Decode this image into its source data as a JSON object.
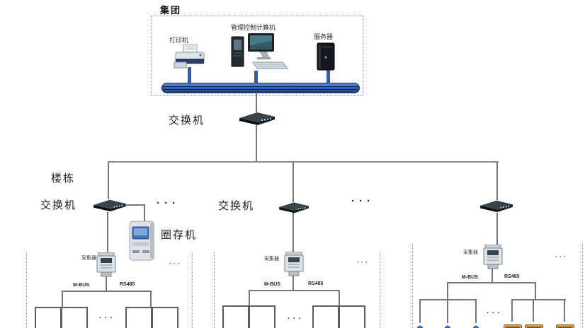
{
  "labels": {
    "group": "集团",
    "printer": "打印机",
    "management_computer": "管理控制计算机",
    "server": "服务器",
    "switch": "交换机",
    "building": "楼栋",
    "kiosk": "圈存机",
    "collector": "采集器",
    "mbus": "M-BUS",
    "rs485": "RS485"
  },
  "ellipsis": "···",
  "colors": {
    "bus_blue": "#2e5fb4",
    "bus_blue_dark": "#16356e",
    "connector_gray": "#767676",
    "box_border_gray": "#5c5c5c",
    "dashed_gray": "#9b9b9b",
    "switch_dark": "#1c2424",
    "kiosk_screen_blue": "#3f74b8",
    "water_meter_blue": "#2e6db4",
    "electric_meter_orange": "#e09a33"
  }
}
